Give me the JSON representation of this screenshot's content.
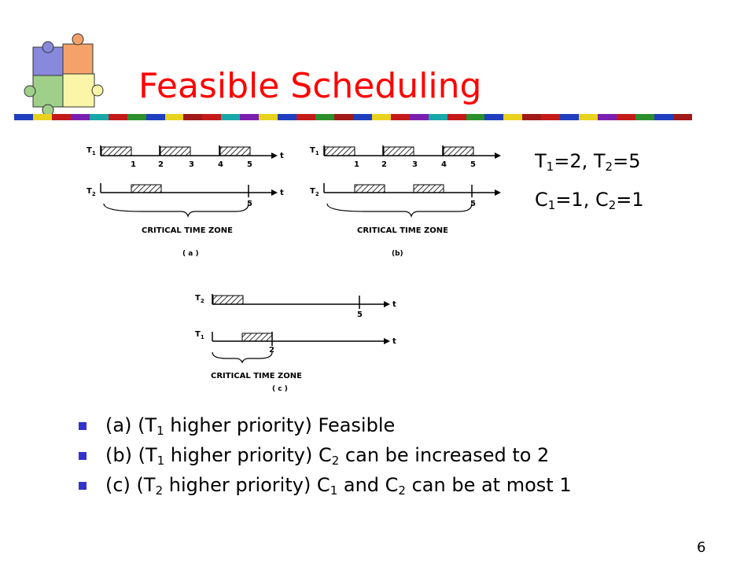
{
  "slide": {
    "title": "Feasible Scheduling",
    "page_number": "6"
  },
  "stripe_colors": [
    "#1f3fbf",
    "#e8d21d",
    "#c41a1a",
    "#7a1fb0",
    "#19a8a8",
    "#c41a1a",
    "#2b8f2b",
    "#1f3fbf",
    "#e8d21d",
    "#a01a1a",
    "#c41a1a",
    "#19a8a8",
    "#7a1fb0",
    "#e8d21d",
    "#1f3fbf",
    "#c41a1a",
    "#2b8f2b",
    "#a01a1a",
    "#1f3fbf",
    "#e8d21d",
    "#c41a1a",
    "#7a1fb0",
    "#19a8a8",
    "#c41a1a",
    "#2b8f2b",
    "#1f3fbf",
    "#e8d21d",
    "#a01a1a",
    "#c41a1a",
    "#1f3fbf",
    "#e8d21d",
    "#7a1fb0",
    "#c41a1a",
    "#2b8f2b",
    "#1f3fbf",
    "#a01a1a"
  ],
  "params": {
    "line1": {
      "a": "T",
      "a_sub": "1",
      "a_val": "=2, ",
      "b": "T",
      "b_sub": "2",
      "b_val": "=5"
    },
    "line2": {
      "a": "C",
      "a_sub": "1",
      "a_val": "=1, ",
      "b": "C",
      "b_sub": "2",
      "b_val": "=1"
    }
  },
  "diagram": {
    "task1": "T",
    "task1_sub": "1",
    "task2": "T",
    "task2_sub": "2",
    "time_label": "t",
    "zone_label": "CRITICAL TIME ZONE",
    "ticks_T1": [
      "1",
      "2",
      "3",
      "4",
      "5"
    ],
    "tick_T2_5": "5",
    "tick_c_5": "5",
    "tick_c_2": "2",
    "label_a": "( a )",
    "label_b": "(b)",
    "label_c": "( c )"
  },
  "bullets": [
    {
      "p1": "(a) (T",
      "s1": "1",
      "p2": " higher priority) Feasible"
    },
    {
      "p1": "(b) (T",
      "s1": "1",
      "p2": " higher priority) C",
      "s2": "2",
      "p3": " can be increased to 2"
    },
    {
      "p1": "(c) (T",
      "s1": "2",
      "p2": " higher priority) C",
      "s2": "1",
      "p3": " and C",
      "s3": "2",
      "p4": " can be at most 1"
    }
  ]
}
